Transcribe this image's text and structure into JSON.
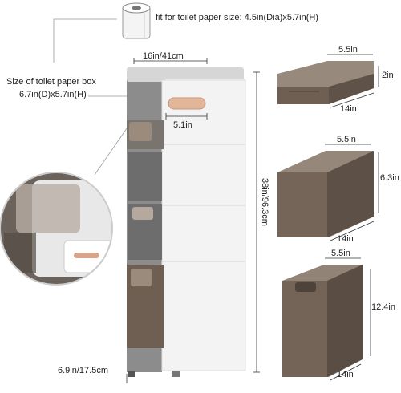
{
  "toilet_paper_fit": "fit for toilet paper size: 4.5in(Dia)x5.7in(H)",
  "box_size_title": "Size of toilet paper box",
  "box_size_value": "6.7in(D)x5.7in(H)",
  "cabinet": {
    "width_label": "16in/41cm",
    "inner_width_label": "5.1in",
    "height_label": "38in/96.3cm",
    "depth_label": "6.9in/17.5cm"
  },
  "drawers": [
    {
      "width": "5.5in",
      "height": "2in",
      "length": "14in"
    },
    {
      "width": "5.5in",
      "height": "6.3in",
      "length": "14in"
    },
    {
      "width": "5.5in",
      "height": "12.4in",
      "length": "14in"
    }
  ],
  "colors": {
    "cabinet_white": "#f2f2f2",
    "drawer_brown": "#6e5f52",
    "drawer_brown_light": "#9a8b7c",
    "drawer_gray": "#8b8b8b"
  }
}
